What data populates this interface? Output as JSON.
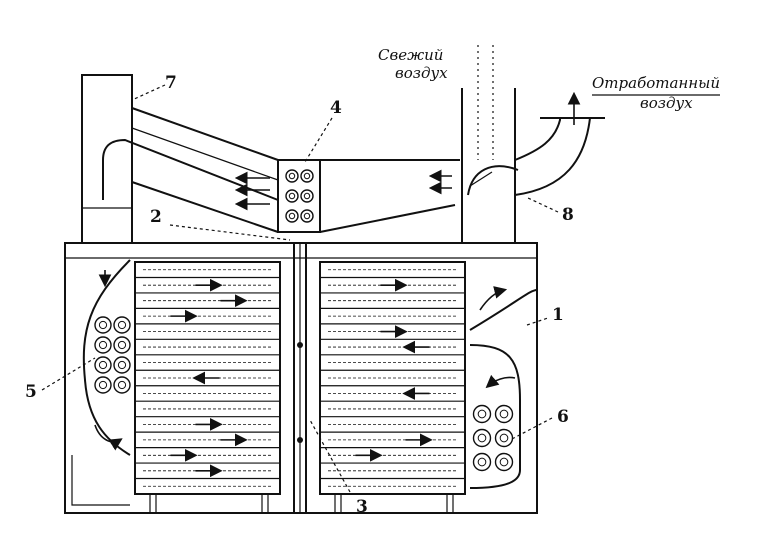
{
  "labels": {
    "fresh_air": [
      "Свежий",
      "воздух"
    ],
    "exhaust_air": [
      "Отработанный",
      "воздух"
    ]
  },
  "callouts": [
    "1",
    "2",
    "3",
    "4",
    "5",
    "6",
    "7",
    "8"
  ]
}
